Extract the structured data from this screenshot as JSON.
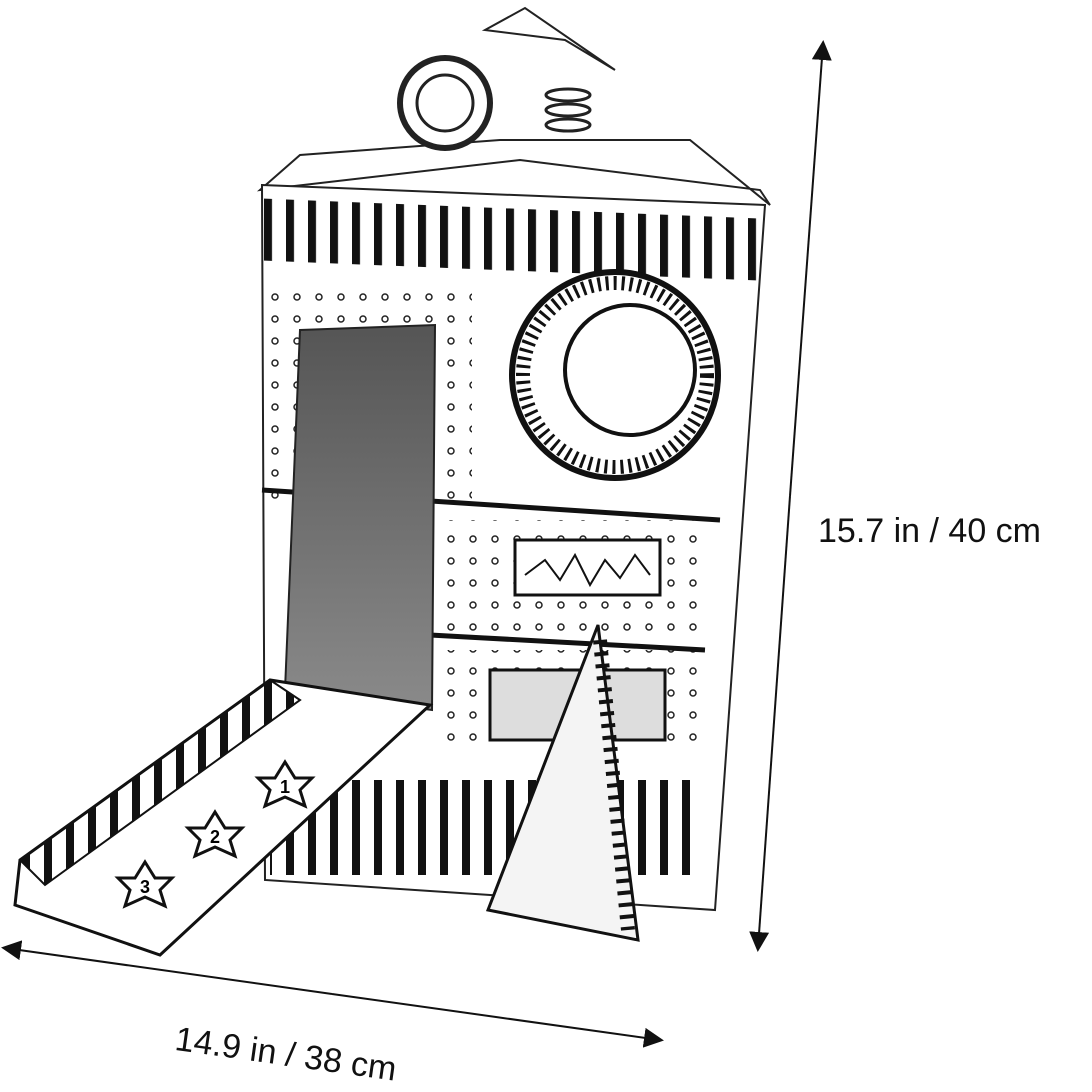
{
  "product": {
    "name_shown": "",
    "slide_steps": [
      "1",
      "2",
      "3"
    ]
  },
  "dimensions": {
    "height_label": "15.7 in / 40 cm",
    "width_label": "14.9 in / 38 cm"
  },
  "colors": {
    "ink": "#111111",
    "door": "#6e6e6e",
    "paper": "#ffffff"
  }
}
